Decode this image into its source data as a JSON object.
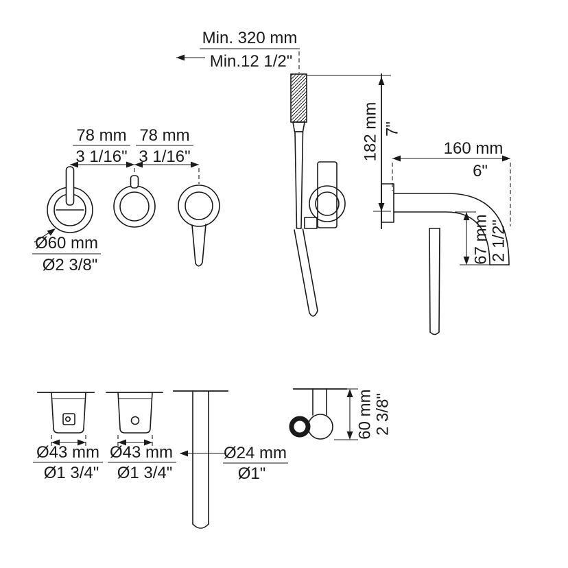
{
  "page": {
    "background": "#ffffff",
    "line_color": "#1a1a1a"
  },
  "dims": {
    "min_distance": {
      "metric": "Min. 320 mm",
      "imperial": "Min.12 1/2\""
    },
    "spacing_left": {
      "metric": "78 mm",
      "imperial": "3 1/16\""
    },
    "spacing_right": {
      "metric": "78 mm",
      "imperial": "3 1/16\""
    },
    "handle_diameter": {
      "metric": "Ø60 mm",
      "imperial": "Ø2 3/8\""
    },
    "handshower_height": {
      "metric": "182 mm",
      "imperial": "7\""
    },
    "spout_reach": {
      "metric": "160 mm",
      "imperial": "6\""
    },
    "spout_drop": {
      "metric": "67 mm",
      "imperial": "2 1/2\""
    },
    "valve_left_diameter": {
      "metric": "Ø43 mm",
      "imperial": "Ø1 3/4\""
    },
    "valve_right_diameter": {
      "metric": "Ø43 mm",
      "imperial": "Ø1 3/4\""
    },
    "spout_pipe_diameter": {
      "metric": "Ø24 mm",
      "imperial": "Ø1\""
    },
    "holder_projection": {
      "metric": "60 mm",
      "imperial": "2 3/8\""
    }
  }
}
